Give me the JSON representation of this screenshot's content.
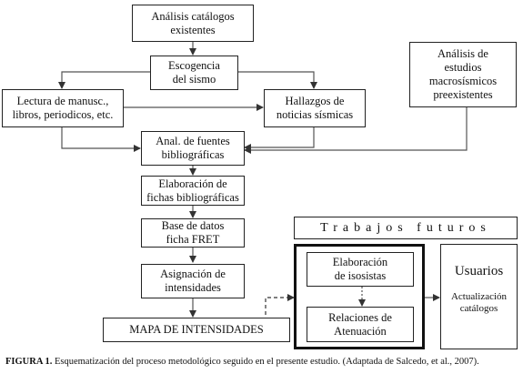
{
  "nodes": {
    "analisis_catalogos": "Análisis catálogos\nexistentes",
    "escogencia": "Escogencia\ndel sismo",
    "lectura": "Lectura de manusc.,\nlibros, periodicos, etc.",
    "hallazgos": "Hallazgos de\nnoticias sísmicas",
    "analisis_estudios": "Análisis de\nestudios\nmacrosísmicos\npreexistentes",
    "anal_fuentes": "Anal. de fuentes\nbibliográficas",
    "elaboracion_fichas": "Elaboración de\nfichas bibliográficas",
    "base_datos": "Base de datos\nficha FRET",
    "asignacion": "Asignación de\nintensidades",
    "mapa": "MAPA DE INTENSIDADES",
    "trabajos_futuros": "Trabajos futuros",
    "elaboracion_isosistas": "Elaboración\nde isosistas",
    "relaciones": "Relaciones de\nAtenuación",
    "usuarios": "Usuarios",
    "actualizacion": "Actualización\ncatálogos"
  },
  "caption": {
    "label": "FIGURA 1.",
    "text": " Esquematización del proceso metodológico seguido en el presente estudio. (Adaptada de Salcedo, et al., 2007)."
  }
}
